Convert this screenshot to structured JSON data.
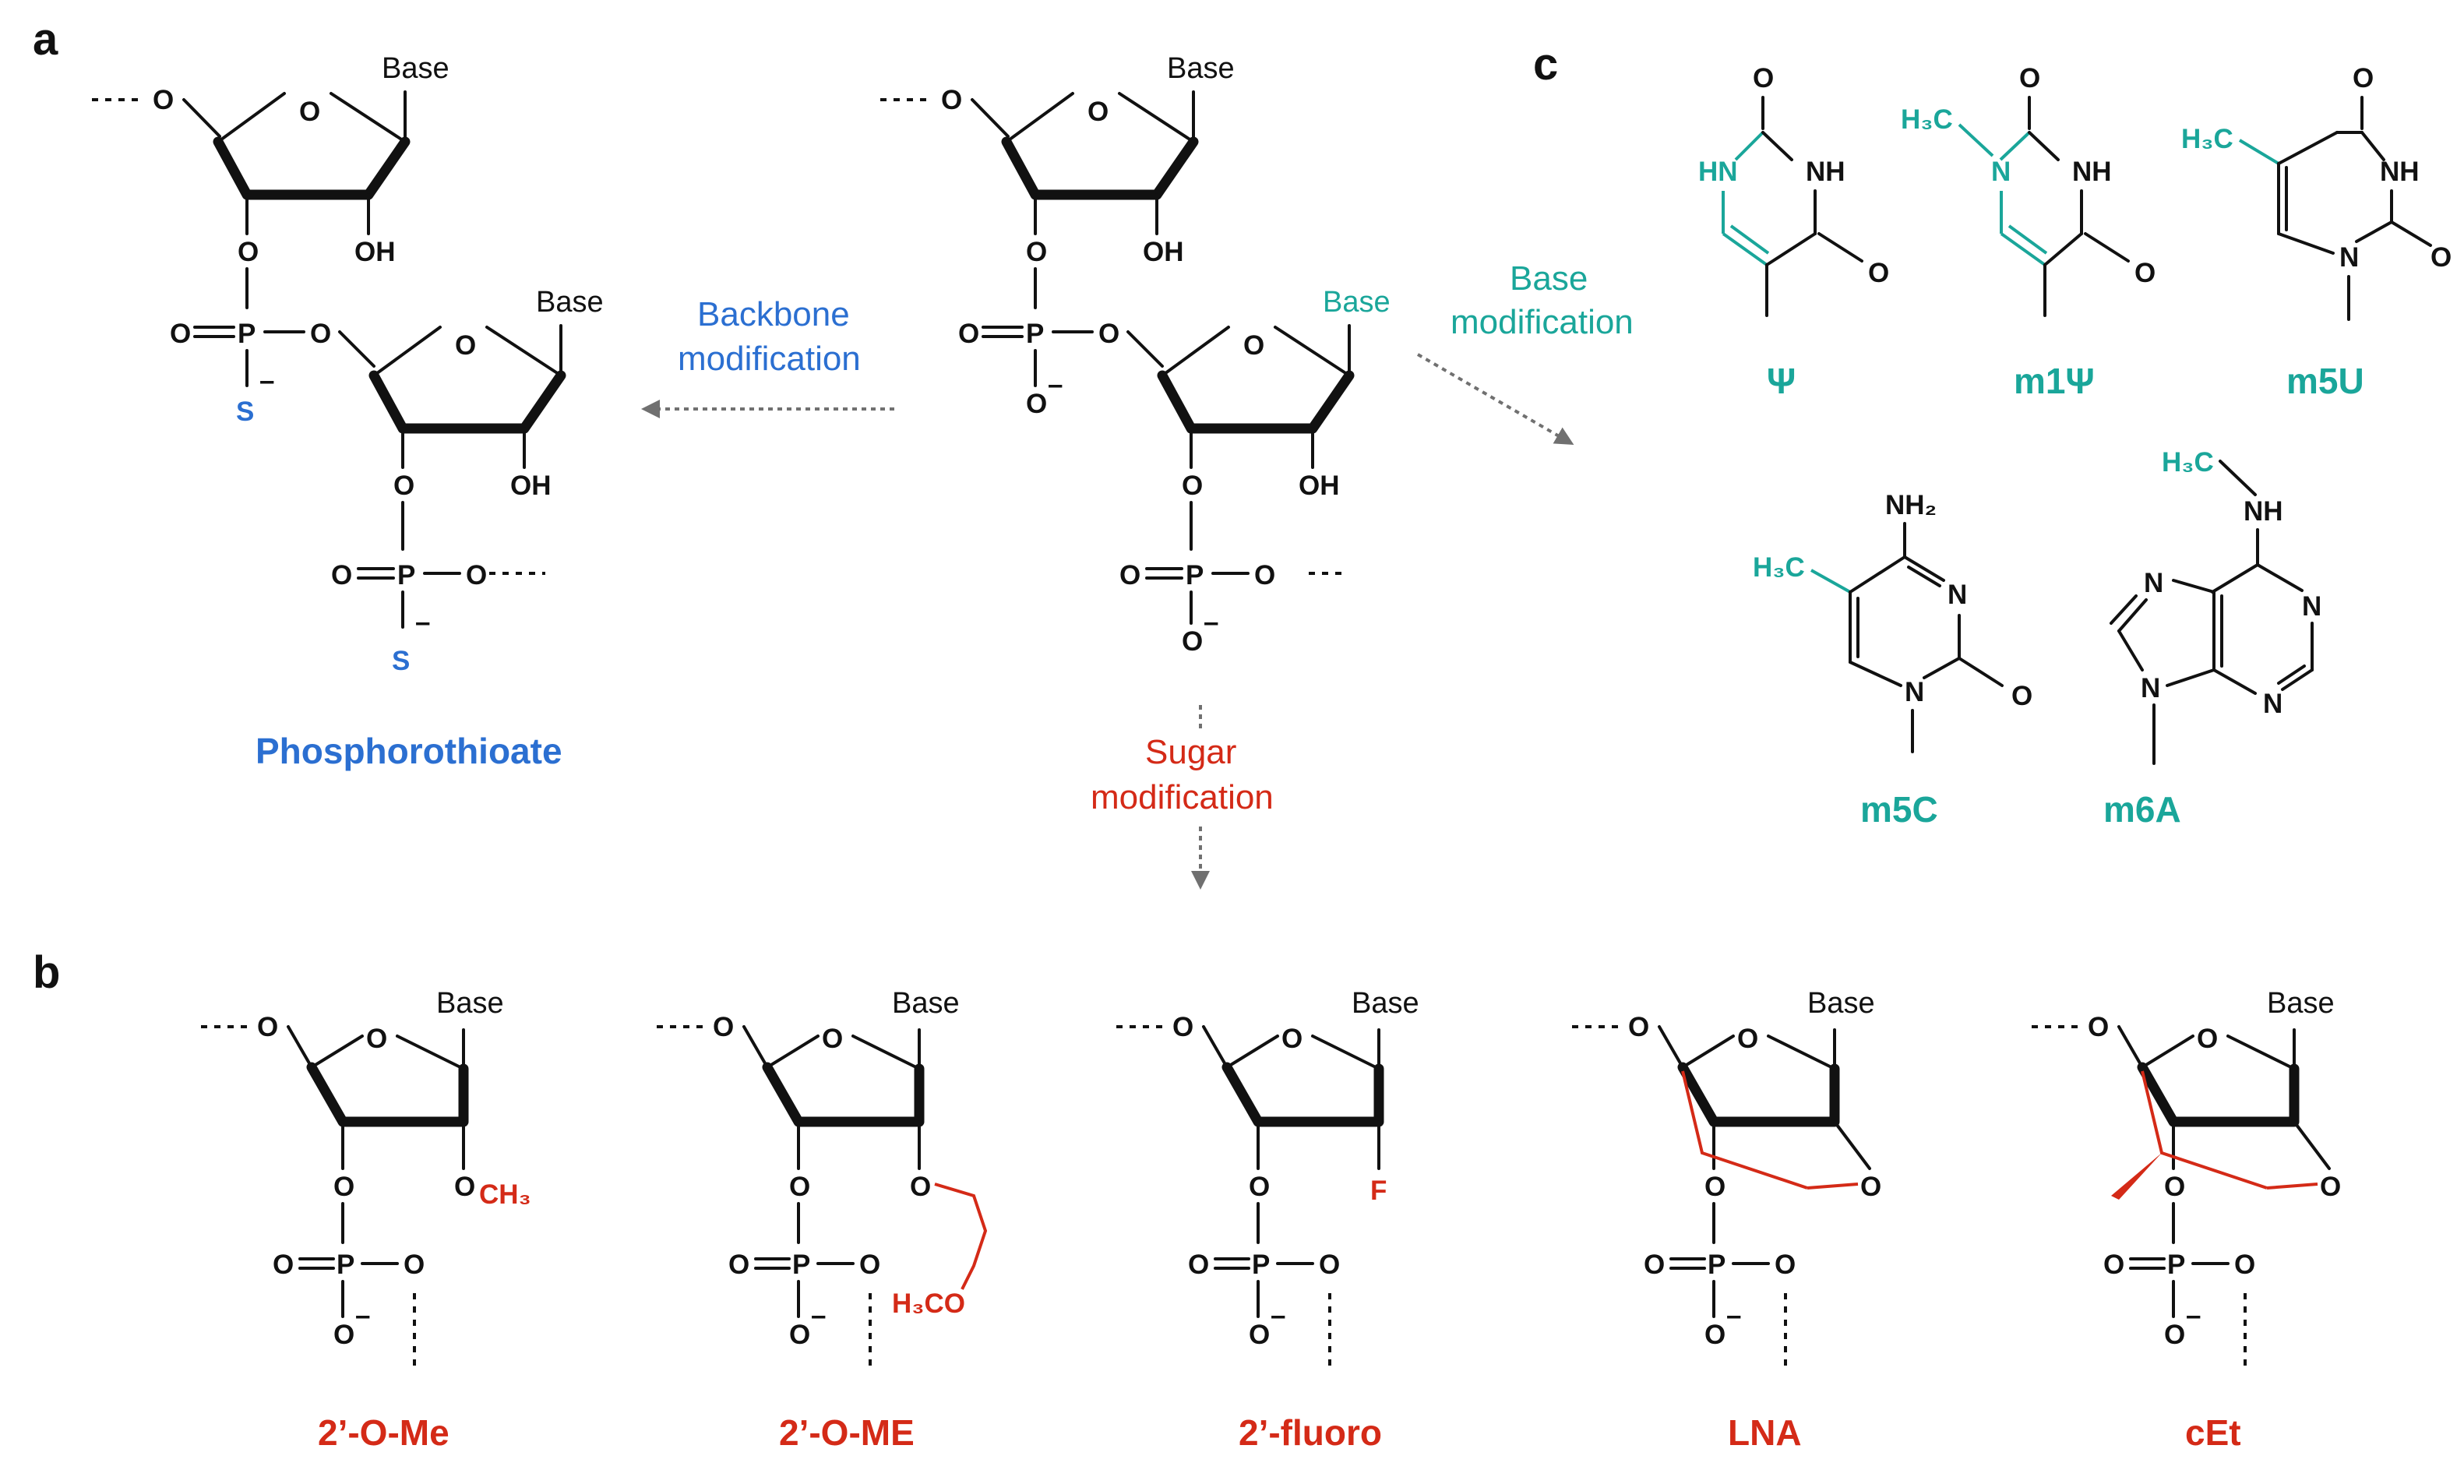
{
  "panels": {
    "a": "a",
    "b": "b",
    "c": "c"
  },
  "atoms": {
    "O": "O",
    "OH": "OH",
    "P": "P",
    "S": "S",
    "F": "F",
    "N": "N",
    "HN": "HN",
    "NH": "NH",
    "NH2": "NH₂",
    "H3C": "H₃C",
    "minus": "–",
    "CH3": "CH₃",
    "H3CO": "H₃CO",
    "base": "Base"
  },
  "panel_a": {
    "backbone_label_1": "Backbone",
    "backbone_label_2": "modification",
    "phosphorothioate": "Phosphorothioate",
    "base_label_1": "Base",
    "base_label_2": "modification",
    "sugar_label_1": "Sugar",
    "sugar_label_2": "modification"
  },
  "panel_b": {
    "captions": [
      "2’-O-Me",
      "2’-O-ME",
      "2’-fluoro",
      "LNA",
      "cEt"
    ]
  },
  "panel_c": {
    "captions": [
      "Ψ",
      "m1Ψ",
      "m5U",
      "m5C",
      "m6A"
    ]
  },
  "colors": {
    "backbone": "#2b6fd1",
    "sugar": "#d42a17",
    "base": "#1aa69a",
    "arrow": "#707070"
  }
}
